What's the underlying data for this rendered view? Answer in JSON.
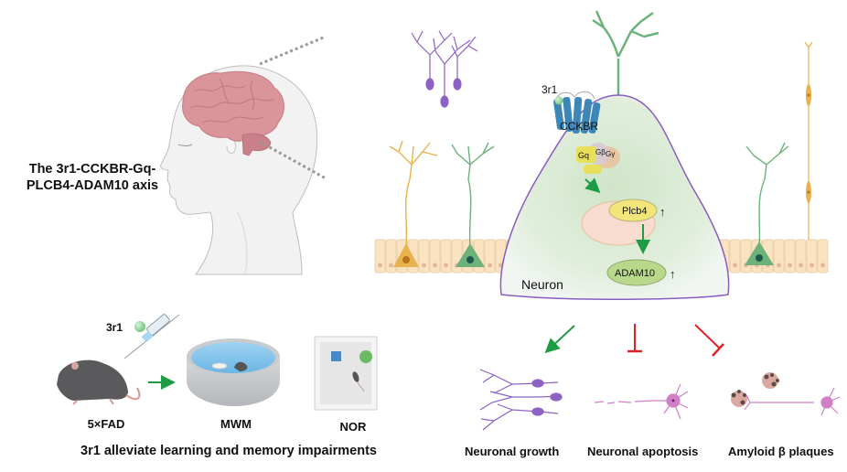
{
  "title": "The 3r1-CCKBR-Gq-PLCB4-ADAM10 axis",
  "title_lines": [
    "The 3r1-CCKBR-Gq-",
    "PLCB4-ADAM10 axis"
  ],
  "neuron_panel": {
    "ligand_label": "3r1",
    "receptor_label": "CCKBR",
    "g_alpha_label": "Gq",
    "g_beta_label": "Gβ",
    "g_gamma_label": "Gγ",
    "plcb4_label": "Plcb4",
    "plcb4_change": "↑",
    "adam10_label": "ADAM10",
    "adam10_change": "↑",
    "cell_label": "Neuron"
  },
  "experiment": {
    "compound_label": "3r1",
    "model_label": "5×FAD",
    "test1_label": "MWM",
    "test2_label": "NOR",
    "caption": "3r1 alleviate learning and memory impairments"
  },
  "outcomes": [
    {
      "label": "Neuronal growth",
      "effect": "promote"
    },
    {
      "label": "Neuronal apoptosis",
      "effect": "inhibit"
    },
    {
      "label": "Amyloid β plaques",
      "effect": "inhibit"
    }
  ],
  "colors": {
    "promote_arrow": "#1e9b45",
    "inhibit_arrow": "#e0202a",
    "neuron_fill": "#dcebd6",
    "neuron_outline": "#8a5cc0",
    "receptor": "#3d86b8",
    "g_alpha": "#e8e05a",
    "plcb4": "#f2e67a",
    "adam10": "#b9d98a",
    "nucleus": "#f8dccf",
    "brain": "#d9959a",
    "pyramidal_green": "#6db27a",
    "pyramidal_orange": "#e8b24c",
    "purple_neuron": "#8e62c4",
    "pink_neuron": "#d27fc8"
  }
}
